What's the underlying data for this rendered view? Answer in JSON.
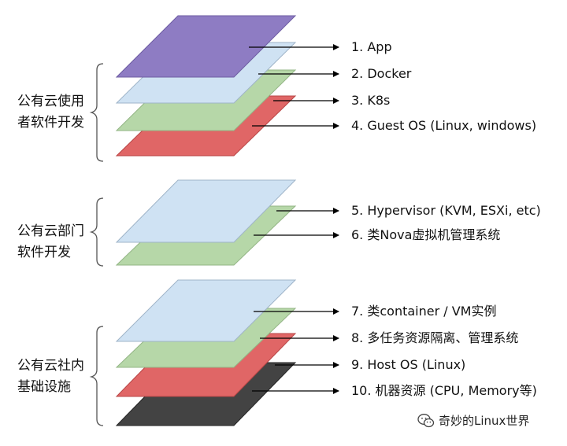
{
  "groups": [
    {
      "lines": [
        "公有云使用",
        "者软件开发"
      ]
    },
    {
      "lines": [
        "公有云部门",
        "软件开发"
      ]
    },
    {
      "lines": [
        "公有云社内",
        "基础设施"
      ]
    }
  ],
  "layers": [
    {
      "label": "1. App",
      "color": "#8e7cc3"
    },
    {
      "label": "2. Docker",
      "color": "#cfe2f3"
    },
    {
      "label": "3. K8s",
      "color": "#b6d7a8"
    },
    {
      "label": "4. Guest OS (Linux, windows)",
      "color": "#e06666"
    },
    {
      "label": "5. Hypervisor (KVM, ESXi, etc)",
      "color": "#cfe2f3"
    },
    {
      "label": "6. 类Nova虚拟机管理系统",
      "color": "#b6d7a8"
    },
    {
      "label": "7. 类container / VM实例",
      "color": "#cfe2f3"
    },
    {
      "label": "8. 多任务资源隔离、管理系统",
      "color": "#b6d7a8"
    },
    {
      "label": "9. Host OS (Linux)",
      "color": "#e06666"
    },
    {
      "label": "10. 机器资源 (CPU, Memory等)",
      "color": "#434343"
    }
  ],
  "watermark": {
    "text": "奇妙的Linux世界",
    "icon": "wechat-icon"
  }
}
